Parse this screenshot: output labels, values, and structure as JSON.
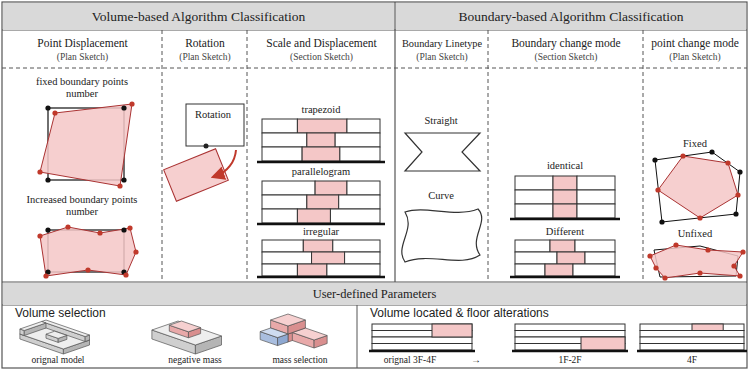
{
  "diagram": {
    "nodes": [
      {
        "text": [
          "Volume-based Algorithm Classification"
        ]
      },
      {
        "text": [
          "Boundary-based Algorithm Classification"
        ]
      },
      {
        "text": [
          "Point Displacement",
          "(Plan Sketch)"
        ]
      },
      {
        "text": [
          "Rotation",
          "(Plan Sketch)"
        ]
      },
      {
        "text": [
          "Scale and Displacement",
          "(Section Sketch)"
        ]
      },
      {
        "text": [
          "Boundary Linetype",
          "(Plan Sketch)"
        ]
      },
      {
        "text": [
          "Boundary change mode",
          "(Section Sketch)"
        ]
      },
      {
        "text": [
          "point change mode",
          "(Plan Sketch)"
        ]
      },
      {
        "text": [
          "User-defined Parameters"
        ]
      },
      {
        "text": [
          "Volume selection"
        ]
      },
      {
        "text": [
          "Volume located & floor alterations"
        ]
      }
    ],
    "labels": [
      "fixed boundary points number",
      "Increased boundary points number",
      "Rotation",
      "trapezoid",
      "parallelogram",
      "irregular",
      "Straight",
      "Curve",
      "identical",
      "Different",
      "Fixed",
      "Unfixed",
      "orignal model",
      "negative mass",
      "mass selection",
      "orignal 3F-4F",
      "→",
      "1F-2F",
      "4F"
    ]
  }
}
